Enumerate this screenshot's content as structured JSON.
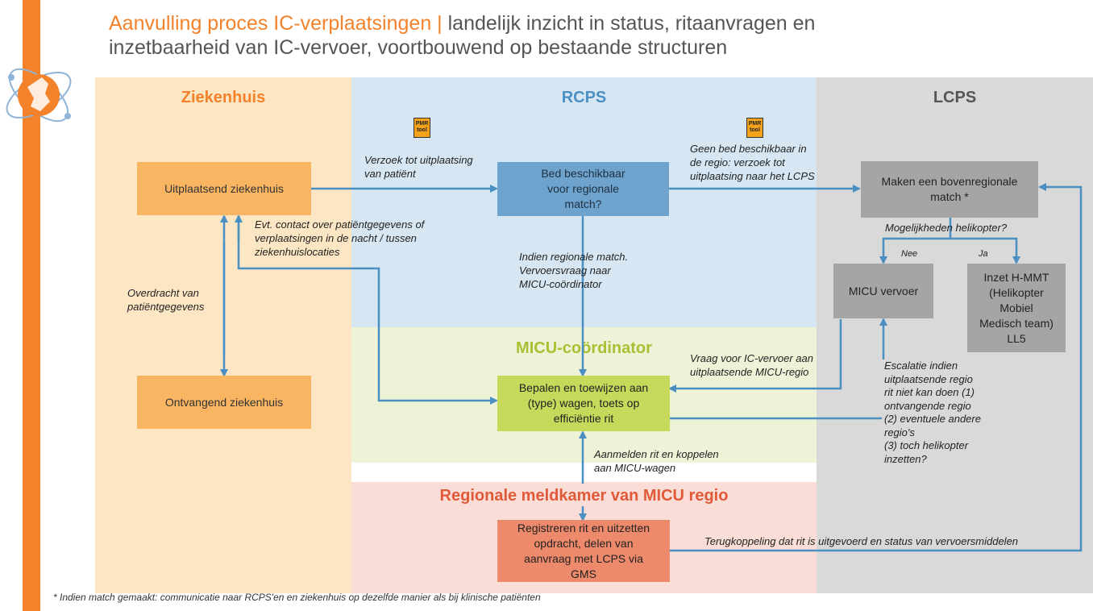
{
  "title": {
    "part1": "Aanvulling proces IC-verplaatsingen",
    "separator": " | ",
    "part2": "landelijk inzicht in status, ritaanvragen en",
    "line2": "inzetbaarheid van IC-vervoer, voortbouwend op bestaande structuren"
  },
  "zones": {
    "ziekenhuis": "Ziekenhuis",
    "rcps": "RCPS",
    "lcps": "LCPS",
    "micu": "MICU-coördinator",
    "meldkamer": "Regionale meldkamer van MICU regio"
  },
  "pmr_tool": {
    "line1": "PMR",
    "line2": "tool"
  },
  "boxes": {
    "uitplaatsend": "Uitplaatsend ziekenhuis",
    "ontvangend": "Ontvangend ziekenhuis",
    "bed": "Bed beschikbaar voor regionale match?",
    "bovenregionaal": "Maken een bovenregionale match *",
    "micu_vervoer": "MICU vervoer",
    "hmmt": "Inzet H-MMT (Helikopter Mobiel Medisch team) LL5",
    "bepalen": "Bepalen en toewijzen aan (type) wagen, toets op efficiëntie rit",
    "registreren": "Registreren rit en uitzetten opdracht, delen van aanvraag met LCPS via GMS"
  },
  "labels": {
    "verzoek": [
      "Verzoek tot uitplaatsing",
      "van patiënt"
    ],
    "geen_bed": [
      "Geen bed beschikbaar in",
      "de regio: verzoek tot",
      "uitplaatsing naar het LCPS"
    ],
    "evt_contact": [
      "Evt. contact over patiëntgegevens of",
      "verplaatsingen in de nacht / tussen",
      "ziekenhuislocaties"
    ],
    "overdracht": [
      "Overdracht van",
      "patiëntgegevens"
    ],
    "indien": [
      "Indien regionale match.",
      "Vervoersvraag naar",
      "MICU-coördinator"
    ],
    "mogelijkheden": "Mogelijkheden helikopter?",
    "nee": "Nee",
    "ja": "Ja",
    "vraag": [
      "Vraag voor IC-vervoer aan",
      "uitplaatsende MICU-regio"
    ],
    "escalatie": [
      "Escalatie indien",
      "uitplaatsende regio",
      "rit niet kan doen (1)",
      "ontvangende regio",
      "(2) eventuele andere",
      "regio's",
      "(3) toch helikopter",
      "inzetten?"
    ],
    "aanmelden": [
      "Aanmelden rit en koppelen",
      "aan MICU-wagen"
    ],
    "terugkoppeling": "Terugkoppeling dat rit is uitgevoerd en status van vervoersmiddelen"
  },
  "footnote": "* Indien match gemaakt: communicatie naar RCPS'en en ziekenhuis op dezelfde manier als bij klinische patiënten",
  "colors": {
    "accent": "#f4822a",
    "ziekenhuis_bg": "#fde6c4",
    "rcps_bg": "#d6e7f3",
    "lcps_bg": "#d9d9d9",
    "micu_bg": "#eef3d8",
    "meldkamer_bg": "#f9ddd6",
    "arrow": "#4a90c2"
  }
}
